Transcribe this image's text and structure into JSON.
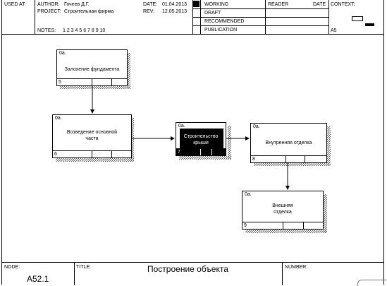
{
  "header": {
    "used_at": "USED AT:",
    "author_label": "AUTHOR:",
    "author": "Гочеев Д.Г.",
    "project_label": "PROJECT:",
    "project": "Строительная фирма",
    "date_label": "DATE:",
    "date": "01.04.2013",
    "rev_label": "REV:",
    "rev": "12.05.2013",
    "notes_label": "NOTES:",
    "notes": "1  2  3  4  5  6  7  8  9  10",
    "status": [
      "WORKING",
      "DRAFT",
      "RECOMMENDED",
      "PUBLICATION"
    ],
    "reader_label": "READER",
    "date2_label": "DATE",
    "context_label": "CONTEXT:",
    "node_ref": "A5"
  },
  "boxes": [
    {
      "ref": "0a.",
      "label": "Залохение фундамента",
      "num": "5"
    },
    {
      "ref": "0a.",
      "label": "Возведение основной части",
      "num": "6"
    },
    {
      "ref": "0a.",
      "label": "Строительство крыши",
      "num": "7"
    },
    {
      "ref": "0a.",
      "label": "Внутренняя отделка",
      "num": "8"
    },
    {
      "ref": "0a.",
      "label": "Внешняя отделка",
      "num": "9"
    }
  ],
  "footer": {
    "node_label": "NODE:",
    "node": "A52.1",
    "title_label": "TITLE:",
    "title": "Построение объекта",
    "number_label": "NUMBER:"
  },
  "colors": {
    "line": "#000000",
    "background": "#ffffff"
  }
}
